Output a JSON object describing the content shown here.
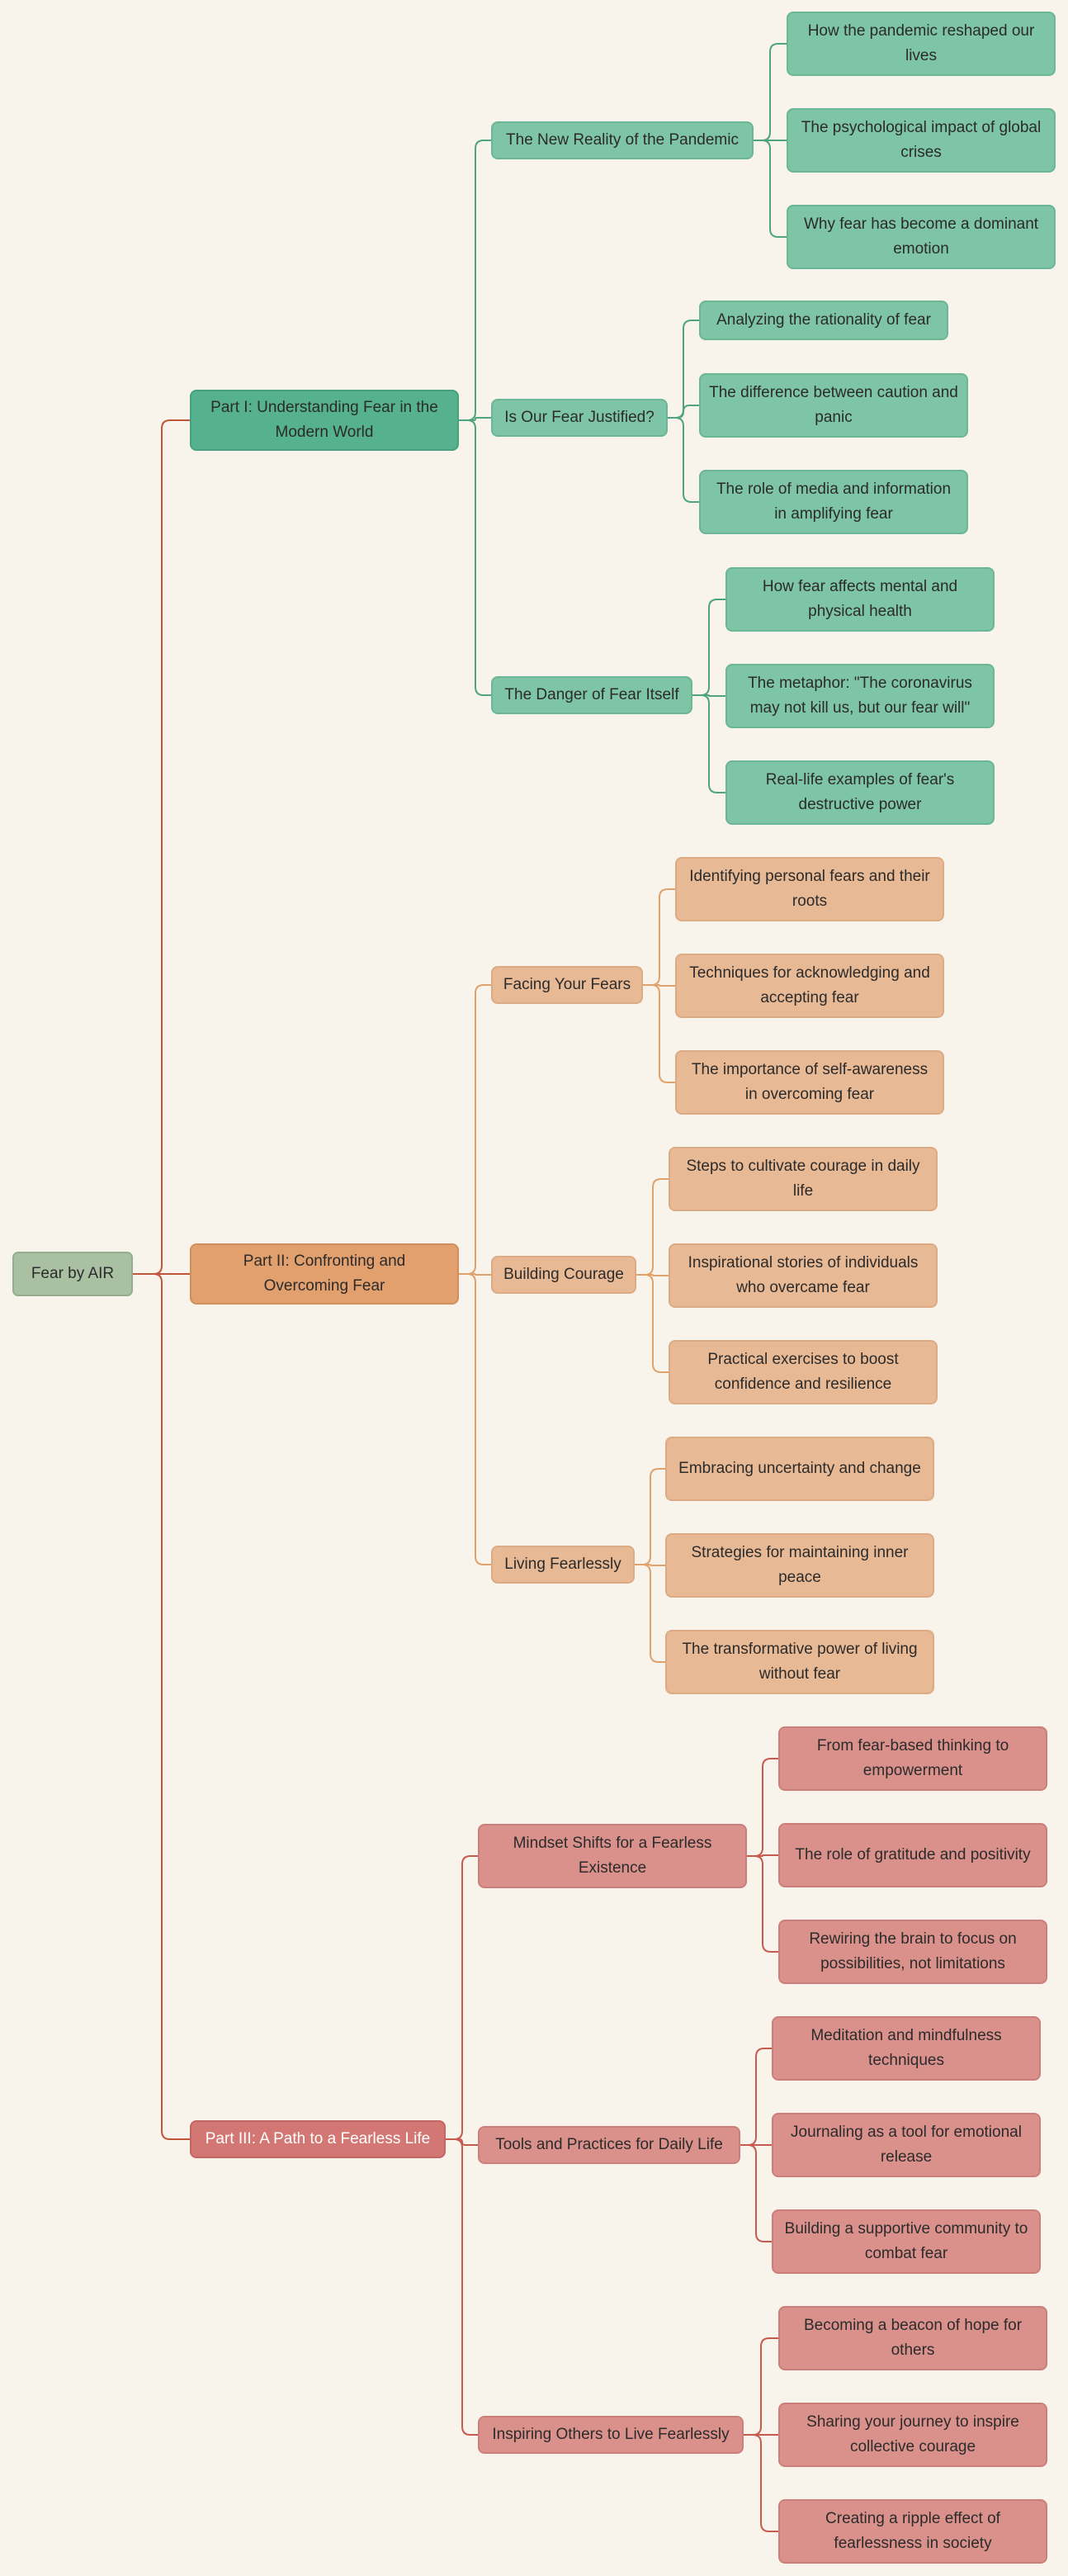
{
  "mindmap": {
    "root": "Fear by AIR",
    "colors": {
      "root_line": "#c1553a",
      "section_lines": [
        "#4fa47f",
        "#e0a26d",
        "#c65a4f"
      ]
    },
    "sections": [
      {
        "title": "Part I: Understanding Fear in the Modern World",
        "children": [
          {
            "title": "The New Reality of the Pandemic",
            "children": [
              "How the pandemic reshaped our lives",
              "The psychological impact of global crises",
              "Why fear has become a dominant emotion"
            ]
          },
          {
            "title": "Is Our Fear Justified?",
            "children": [
              "Analyzing the rationality of fear",
              "The difference between caution and panic",
              "The role of media and information in amplifying fear"
            ]
          },
          {
            "title": "The Danger of Fear Itself",
            "children": [
              "How fear affects mental and physical health",
              "The metaphor: \"The coronavirus may not kill us, but our fear will\"",
              "Real-life examples of fear's destructive power"
            ]
          }
        ]
      },
      {
        "title": "Part II: Confronting and Overcoming Fear",
        "children": [
          {
            "title": "Facing Your Fears",
            "children": [
              "Identifying personal fears and their roots",
              "Techniques for acknowledging and accepting fear",
              "The importance of self-awareness in overcoming fear"
            ]
          },
          {
            "title": "Building Courage",
            "children": [
              "Steps to cultivate courage in daily life",
              "Inspirational stories of individuals who overcame fear",
              "Practical exercises to boost confidence and resilience"
            ]
          },
          {
            "title": "Living Fearlessly",
            "children": [
              "Embracing uncertainty and change",
              "Strategies for maintaining inner peace",
              "The transformative power of living without fear"
            ]
          }
        ]
      },
      {
        "title": "Part III: A Path to a Fearless Life",
        "children": [
          {
            "title": "Mindset Shifts for a Fearless Existence",
            "children": [
              "From fear-based thinking to empowerment",
              "The role of gratitude and positivity",
              "Rewiring the brain to focus on possibilities, not limitations"
            ]
          },
          {
            "title": "Tools and Practices for Daily Life",
            "children": [
              "Meditation and mindfulness techniques",
              "Journaling as a tool for emotional release",
              "Building a supportive community to combat fear"
            ]
          },
          {
            "title": "Inspiring Others to Live Fearlessly",
            "children": [
              "Becoming a beacon of hope for others",
              "Sharing your journey to inspire collective courage",
              "Creating a ripple effect of fearlessness in society"
            ]
          }
        ]
      }
    ]
  }
}
